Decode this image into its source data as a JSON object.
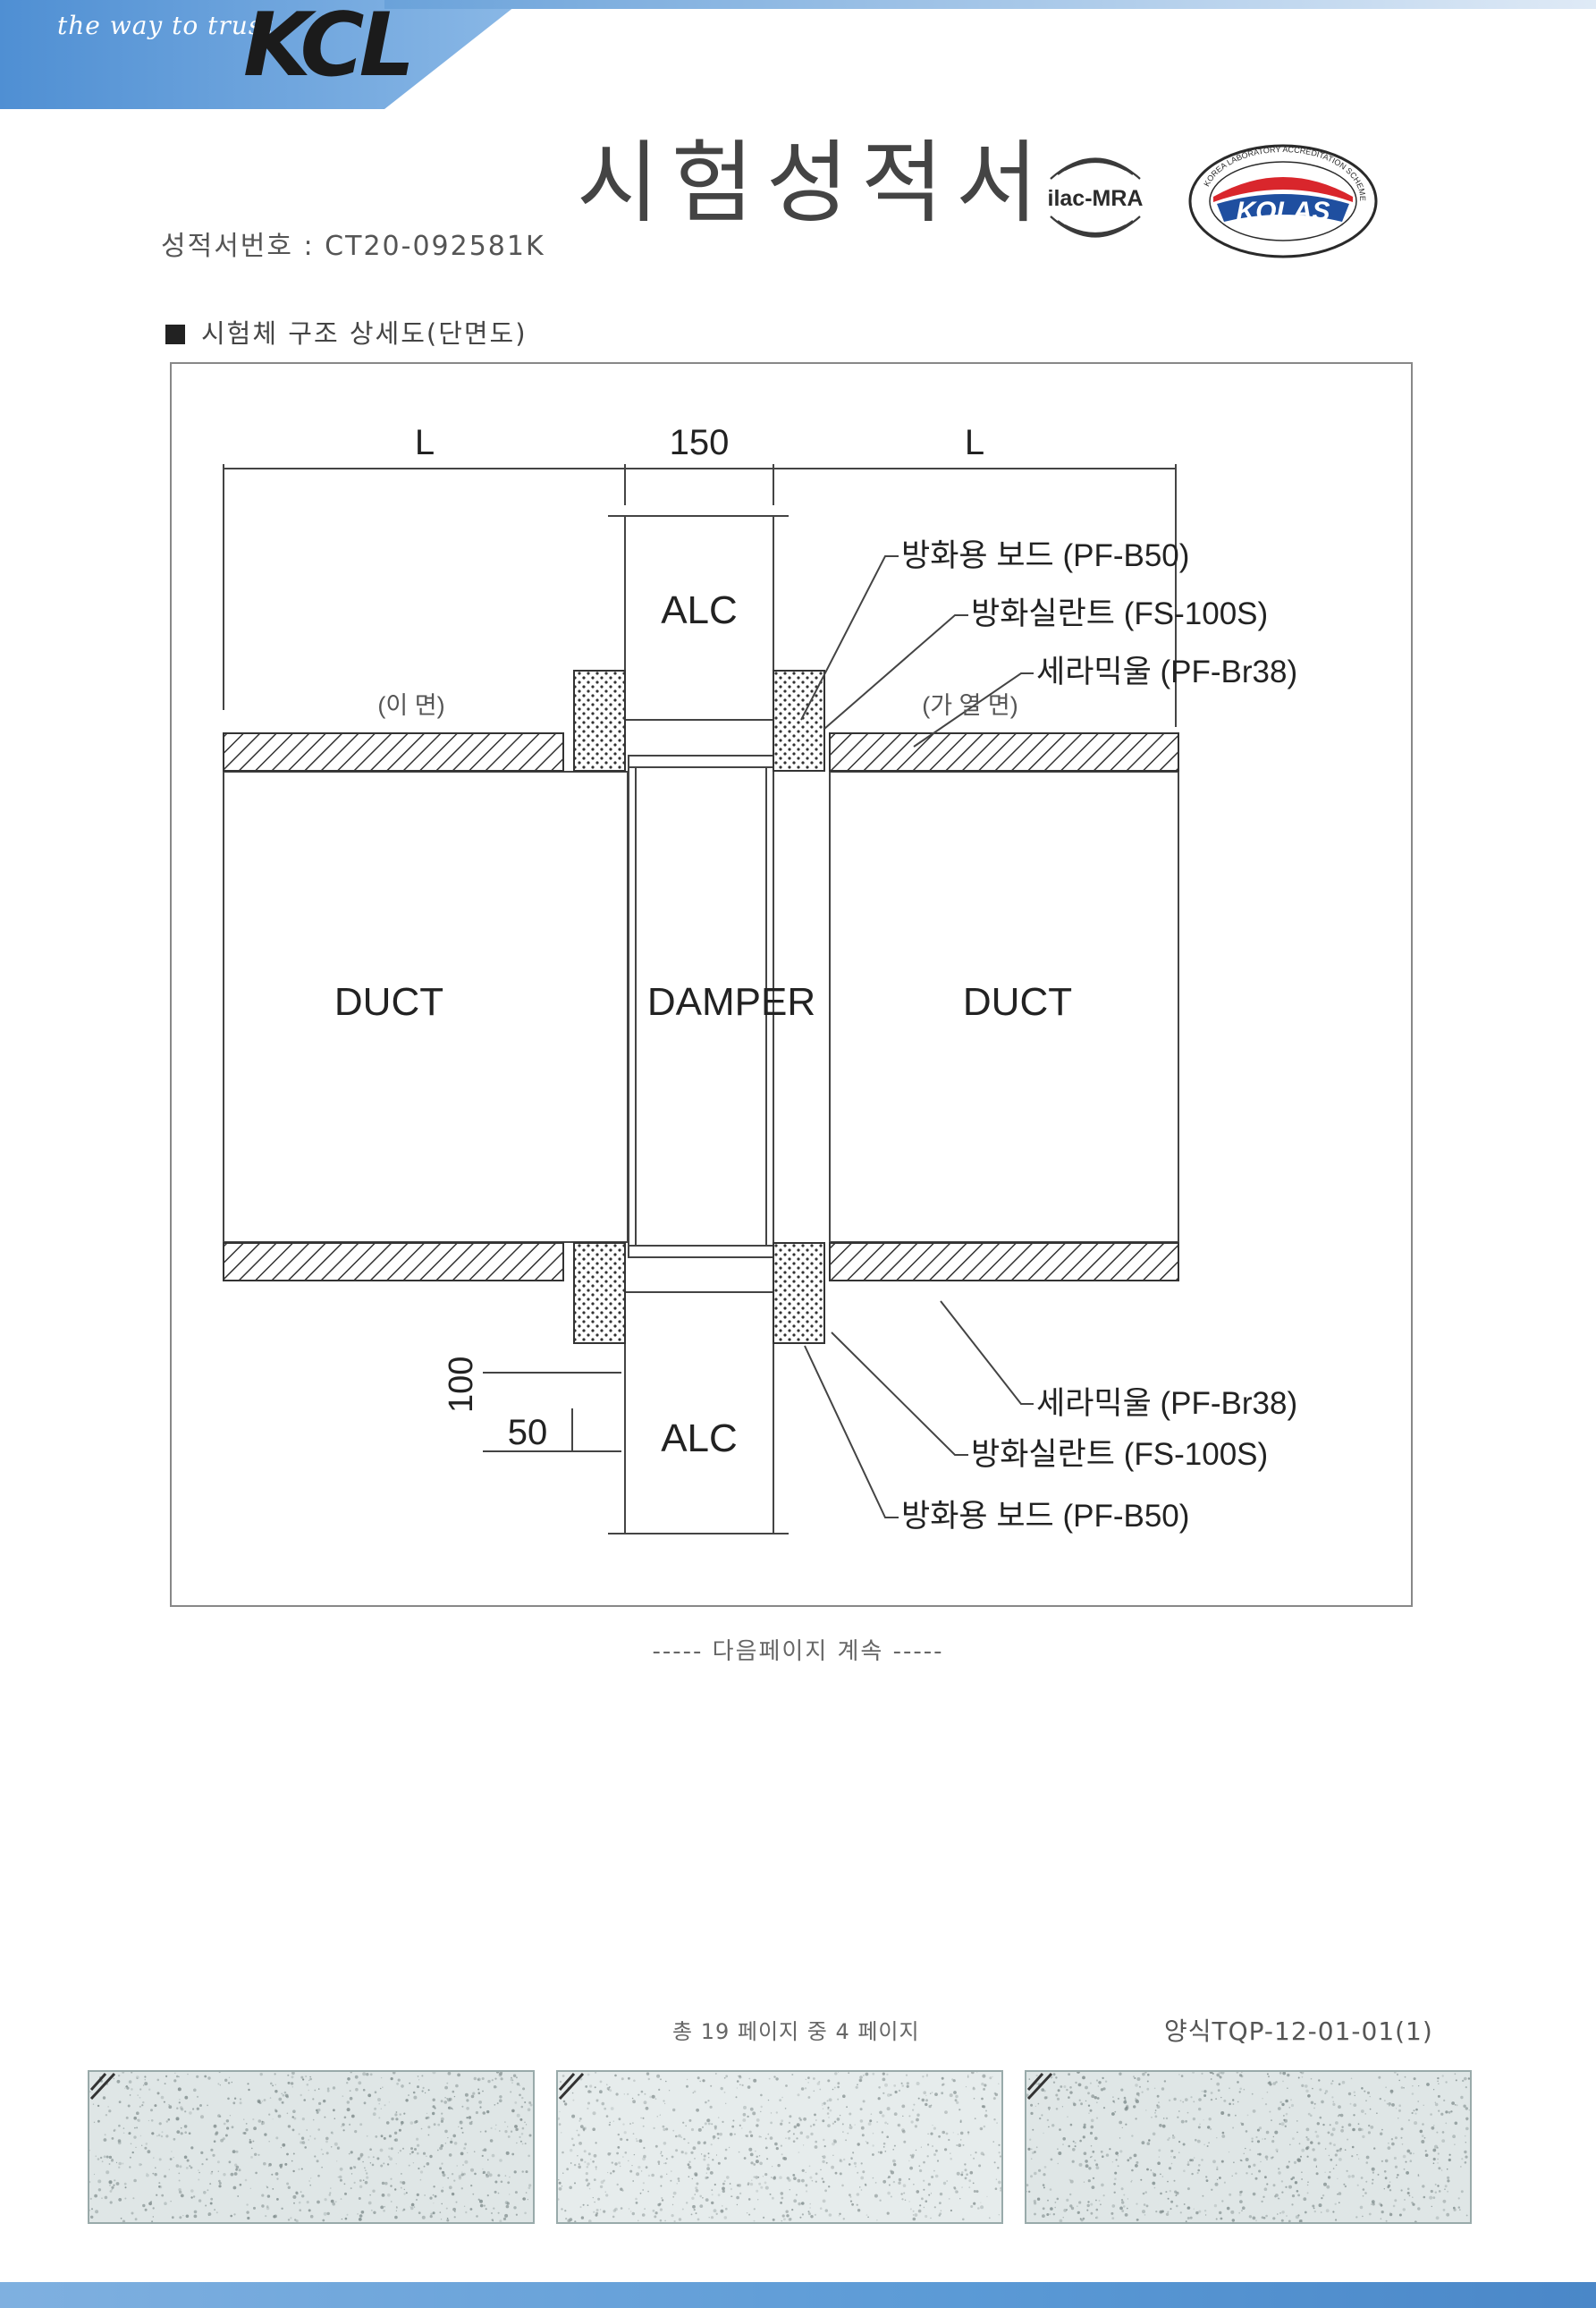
{
  "header": {
    "tagline": "the way to trust",
    "logo_text": "KCL",
    "title": "시험성적서",
    "report_label": "성적서번호 : CT20-092581K",
    "badges": {
      "ilac_text": "ilac-MRA",
      "kolas_text": "KOLAS",
      "kolas_ring_text": "KOREA LABORATORY ACCREDITATION SCHEME"
    }
  },
  "section": {
    "title": "시험체 구조 상세도(단면도)"
  },
  "diagram": {
    "dim_left": "L",
    "dim_center": "150",
    "dim_right": "L",
    "dim_offset_vertical": "100",
    "dim_offset_horizontal": "50",
    "alc_top": "ALC",
    "alc_bottom": "ALC",
    "duct_left": "DUCT",
    "damper": "DAMPER",
    "duct_right": "DUCT",
    "unexposed_side": "(이 면)",
    "exposed_side": "(가 열 면)",
    "callouts_top": [
      "방화용 보드 (PF-B50)",
      "방화실란트 (FS-100S)",
      "세라믹울 (PF-Br38)"
    ],
    "callouts_bottom": [
      "세라믹울 (PF-Br38)",
      "방화실란트 (FS-100S)",
      "방화용 보드 (PF-B50)"
    ]
  },
  "footer": {
    "continued": "----- 다음페이지 계속 -----",
    "page_count": "총 19 페이지 중 4 페이지",
    "form_number": "양식TQP-12-01-01(1)"
  },
  "colors": {
    "banner_blue": "#5b9ad6",
    "kolas_red": "#d9262c",
    "kolas_blue": "#1f4fa0"
  }
}
